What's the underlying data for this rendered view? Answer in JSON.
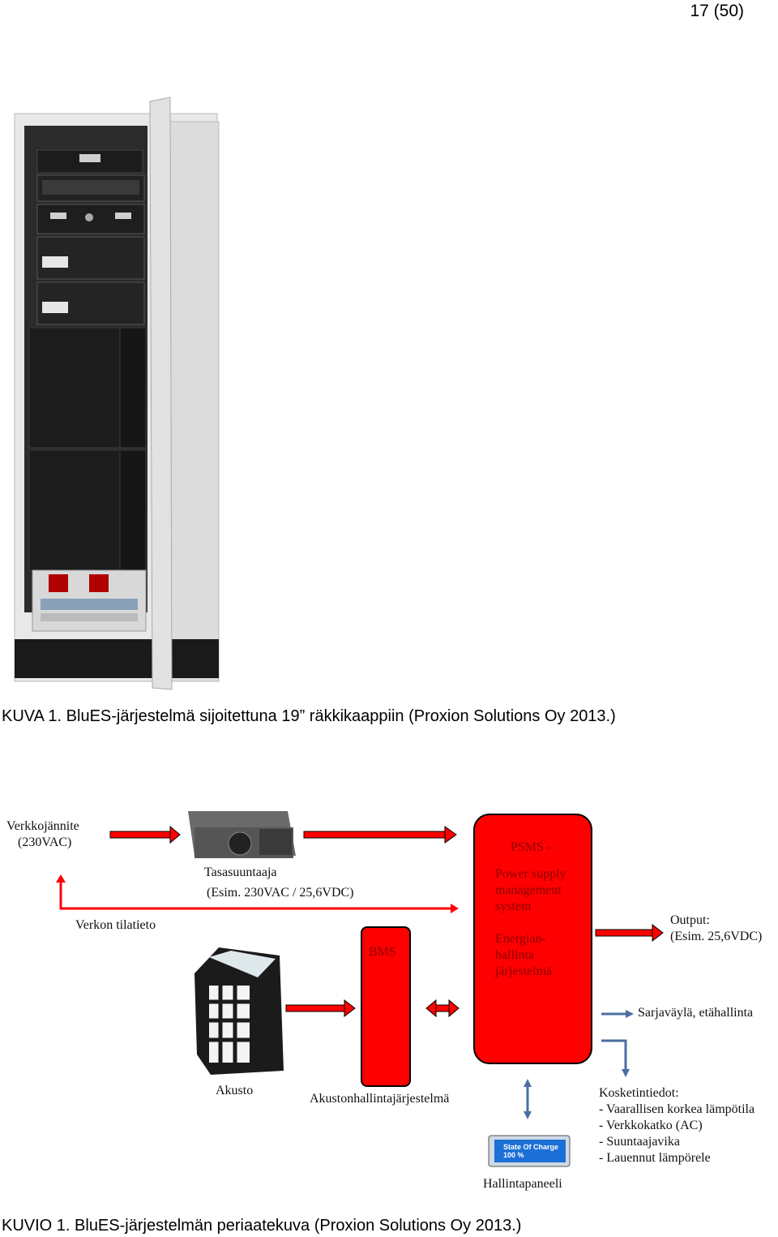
{
  "page_number": "17 (50)",
  "figure1": {
    "caption": "KUVA 1. BluES-järjestelmä sijoitettuna 19” räkkikaappiin (Proxion Solutions Oy 2013.)"
  },
  "figure2": {
    "caption": "KUVIO 1. BluES-järjestelmän periaatekuva (Proxion Solutions Oy 2013.)",
    "input_label_line1": "Verkkojännite",
    "input_label_line2": "(230VAC)",
    "rectifier_label": "Tasasuuntaaja",
    "rectifier_example": "(Esim. 230VAC / 25,6VDC)",
    "grid_status_label": "Verkon tilatieto",
    "bms_label": "BMS",
    "psms": {
      "title": "PSMS -",
      "line1": "Power supply",
      "line2": "management",
      "line3": "system",
      "line4": "Energian-",
      "line5": "hallinta",
      "line6": "järjestelmä"
    },
    "output_label_line1": "Output:",
    "output_label_line2": "(Esim. 25,6VDC)",
    "bus_label": "Sarjaväylä, etähallinta",
    "battery_label": "Akusto",
    "battery_mgmt_label": "Akustonhallintajärjestelmä",
    "contacts_title": "Kosketintiedot:",
    "contacts_items": [
      "- Vaarallisen korkea lämpötila",
      "- Verkkokatko (AC)",
      "- Suuntaajavika",
      "- Lauennut lämpörele"
    ],
    "panel_screen_line1": "State Of Charge",
    "panel_screen_line2": "100 %",
    "panel_label": "Hallintapaneeli",
    "colors": {
      "red": "#ff0000",
      "blue_arrow": "#4a6fa0",
      "panel_blue": "#1b6fd6"
    }
  }
}
